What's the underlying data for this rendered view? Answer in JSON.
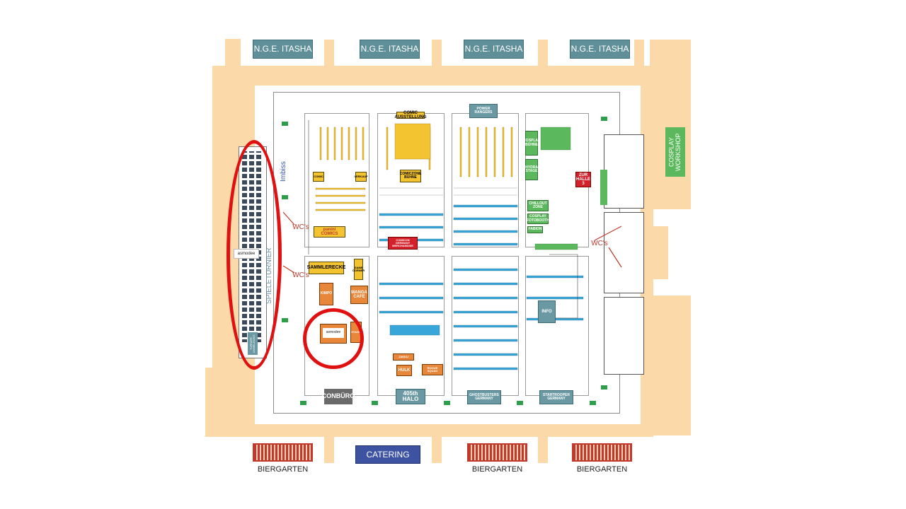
{
  "top_labels": [
    "N.G.E. ITASHA",
    "N.G.E. ITASHA",
    "N.G.E. ITASHA",
    "N.G.E. ITASHA"
  ],
  "side_labels": {
    "cosplay_workshop": "COSPLAY WORKSHOP",
    "spieleturnier": "SPIELETURNIER",
    "imbiss": "Imbiss",
    "asmodee_left": "asmodee",
    "asmodee_center": "asmodee",
    "turnier": "TURNIER ANMELDUNG"
  },
  "wc_labels": [
    "WC's",
    "WC's",
    "WC's"
  ],
  "bottom_labels": {
    "catering": "CATERING",
    "biergarten": [
      "BIERGARTEN",
      "BIERGARTEN",
      "BIERGARTEN"
    ]
  },
  "booths": {
    "sammlerecke": "SAMMLERECKE",
    "manga_cafe": "MANGA CAFE",
    "panini": "panini COMICS",
    "conbuero": "CONBÜRO",
    "halo": "405th HALO",
    "ghostbusters": "GHOSTBUSTERS GERMANY",
    "startrooper": "STARTROOPER GERMANY",
    "power_rangers": "POWER RANGERS",
    "zur_halle": "ZUR HALLE 3",
    "comiczone": "COMICZONE BÜHNE",
    "comic_ausstellung": "COMIC AUSSTELLUNG",
    "cosplay_buehne": "COSPLAY BÜHNE",
    "hydra_stage": "HYDRA STAGE",
    "chillout": "CHILLOUT ZONE",
    "cosplay_foto": "COSPLAY FOTOBOOTH",
    "fabion": "FABION",
    "comicon_merch": "COMICON GERMANY MERCHANDISE",
    "hulk": "HULK",
    "info": "INFO",
    "sammlerecke_small": "COMIC",
    "kimpo": "KIMPO",
    "small_sale": "VERKAUF",
    "game_corner": "GAME CORNER",
    "jakku": "JAKKU",
    "rogue": "ROGUE SQUAD",
    "small_stage": "STAGE"
  }
}
